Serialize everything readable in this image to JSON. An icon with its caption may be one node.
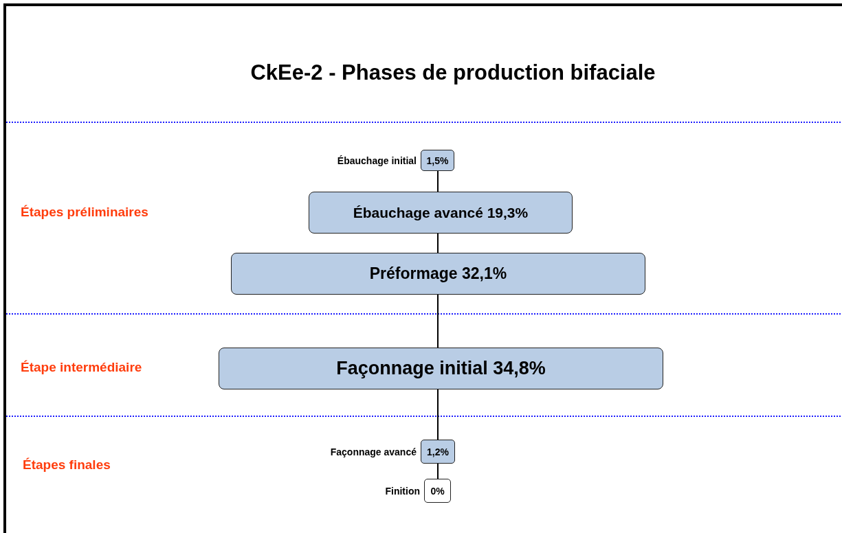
{
  "diagram": {
    "title": "CkEe-2 - Phases de production bifaciale",
    "nodes": [
      {
        "text": [
          "1,5%"
        ],
        "beside": [
          "Ébauchage initial"
        ]
      },
      {
        "text": [
          "Ébauchage avancé 19,3%"
        ]
      },
      {
        "text": [
          "Préformage 32,1%"
        ]
      },
      {
        "text": [
          "Façonnage initial 34,8%"
        ]
      },
      {
        "text": [
          "1,2%"
        ],
        "beside": [
          "Façonnage avancé"
        ]
      },
      {
        "text": [
          "0%"
        ],
        "beside": [
          "Finition"
        ]
      }
    ],
    "edges": [
      {
        "from": 0,
        "to": 1,
        "arrow": "none"
      },
      {
        "from": 1,
        "to": 2,
        "arrow": "none"
      },
      {
        "from": 2,
        "to": 3,
        "arrow": "none"
      },
      {
        "from": 3,
        "to": 4,
        "arrow": "none"
      },
      {
        "from": 4,
        "to": 5,
        "arrow": "none"
      }
    ],
    "labels": [
      "Étapes préliminaires",
      "Étape intermédiaire",
      "Étapes finales"
    ]
  }
}
